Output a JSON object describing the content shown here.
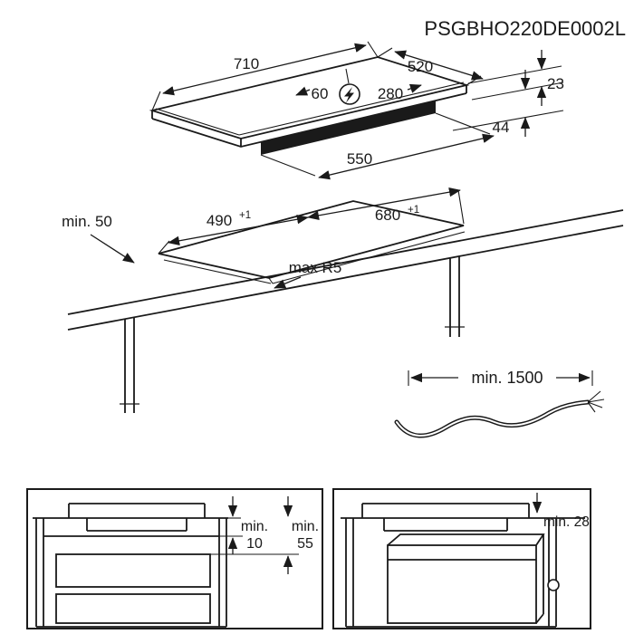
{
  "model_code": "PSGBHO220DE0002L",
  "hob": {
    "width_mm": "710",
    "depth_mm": "520",
    "power_offset_left": "60",
    "power_offset_right": "280",
    "rim_height": "23",
    "body_height": "44",
    "body_width": "550"
  },
  "cutout": {
    "side_clearance": "min. 50",
    "depth": "490",
    "depth_tolerance": "+1",
    "width": "680",
    "width_tolerance": "+1",
    "corner_radius": "max R5"
  },
  "cable": {
    "min_length": "min. 1500"
  },
  "drawer_install": {
    "hob_clearance_label": "min.",
    "hob_clearance_value": "10",
    "depth_clearance_label": "min.",
    "depth_clearance_value": "55"
  },
  "oven_install": {
    "clearance": "min. 28"
  }
}
